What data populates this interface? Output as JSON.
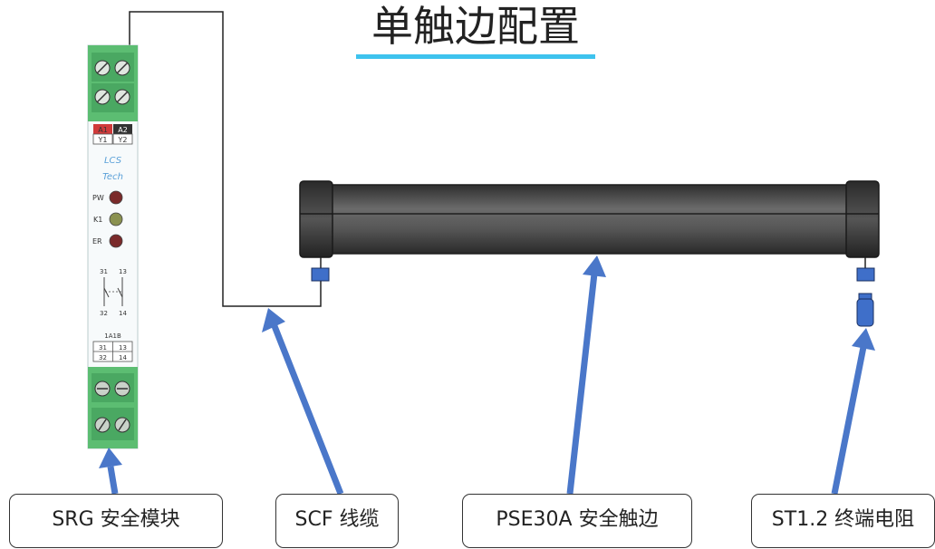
{
  "title": "单触边配置",
  "labels": {
    "srg": "SRG  安全模块",
    "scf": "SCF 线缆",
    "pse": "PSE30A  安全触边",
    "st": "ST1.2 终端电阻"
  },
  "module": {
    "terminals_top": [
      "A1",
      "A2",
      "Y1",
      "Y2"
    ],
    "brand_line1": "LCS",
    "brand_line2": "Tech",
    "leds": [
      "PW",
      "K1",
      "ER"
    ],
    "contacts_top": [
      "31",
      "13"
    ],
    "contacts_bottom": [
      "32",
      "14"
    ],
    "type": "1A1B",
    "table": [
      [
        "31",
        "13"
      ],
      [
        "32",
        "14"
      ]
    ]
  },
  "colors": {
    "module_green": "#5cbd72",
    "title_underline": "#3ec3ee",
    "arrow_blue": "#4a77c9",
    "edge_body": "#4a4a4a",
    "connector_blue": "#3f6fc9"
  }
}
